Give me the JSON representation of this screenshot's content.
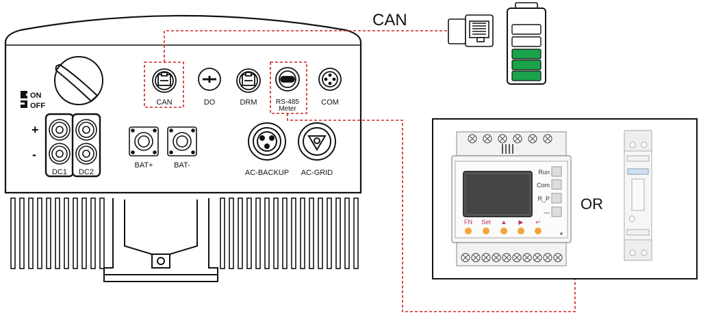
{
  "labels": {
    "can_top": "CAN",
    "on": "ON",
    "off": "OFF",
    "plus": "+",
    "minus": "-",
    "dc1": "DC1",
    "dc2": "DC2",
    "can_port": "CAN",
    "do_port": "DO",
    "drm_port": "DRM",
    "rs485_line1": "RS-485",
    "rs485_line2": "Meter",
    "com_port": "COM",
    "bat_plus": "BAT+",
    "bat_minus": "BAT-",
    "ac_backup": "AC-BACKUP",
    "ac_grid": "AC-GRID",
    "or": "OR"
  },
  "meter": {
    "side_labels": [
      "Run",
      "Com",
      "R_P",
      "—"
    ],
    "bottom_labels": [
      "FN",
      "Set",
      "▲",
      "▶",
      "↵"
    ],
    "accent_color": "#f4a43a",
    "label_color": "#c0305a"
  },
  "colors": {
    "dashed_line": "#d02020",
    "battery_green": "#1aa34a",
    "outline": "#111111"
  },
  "icons": {
    "rj45": "rj45-connector-icon",
    "battery": "battery-icon"
  }
}
